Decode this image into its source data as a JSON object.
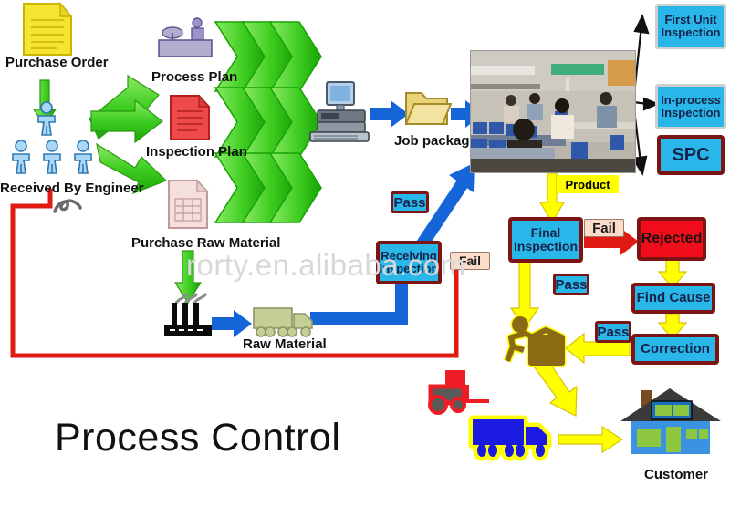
{
  "title": "Process Control",
  "watermark": "rorty.en.alibaba.com",
  "colors": {
    "box_fill": "#29b6e8",
    "box_border": "#7c1414",
    "reject_fill": "#f20d1a",
    "green_arrow": "#55dd33",
    "blue_arrow": "#1565d8",
    "yellow_arrow": "#ffff00",
    "red_line": "#e01b14",
    "black_arrow": "#111111"
  },
  "inputs": {
    "purchase_order": "Purchase Order",
    "received_by_engineer": "Received By Engineer"
  },
  "plans": [
    {
      "label": "Process Plan"
    },
    {
      "label": "Inspection Plan"
    },
    {
      "label": "Purchase Raw Material"
    }
  ],
  "production": {
    "job_package": "Job package",
    "raw_material": "Raw Material",
    "product": "Product"
  },
  "inspection_boxes": [
    {
      "name": "first-unit-inspection",
      "line1": "First Unit",
      "line2": "Inspection"
    },
    {
      "name": "in-process-inspection",
      "line1": "In-process",
      "line2": "Inspection"
    },
    {
      "name": "spc",
      "line1": "SPC",
      "line2": ""
    }
  ],
  "quality_flow": {
    "receiving_inspection": {
      "line1": "Receiving",
      "line2": "Inspection"
    },
    "final_inspection": {
      "line1": "Final",
      "line2": "Inspection"
    },
    "rejected": "Rejected",
    "find_cause": "Find Cause",
    "correction": "Correction"
  },
  "tags": {
    "pass_receiving": "Pass",
    "fail_receiving": "Fail",
    "pass_final": "Pass",
    "fail_final": "Fail",
    "pass_correction": "Pass"
  },
  "output": {
    "customer": "Customer"
  }
}
